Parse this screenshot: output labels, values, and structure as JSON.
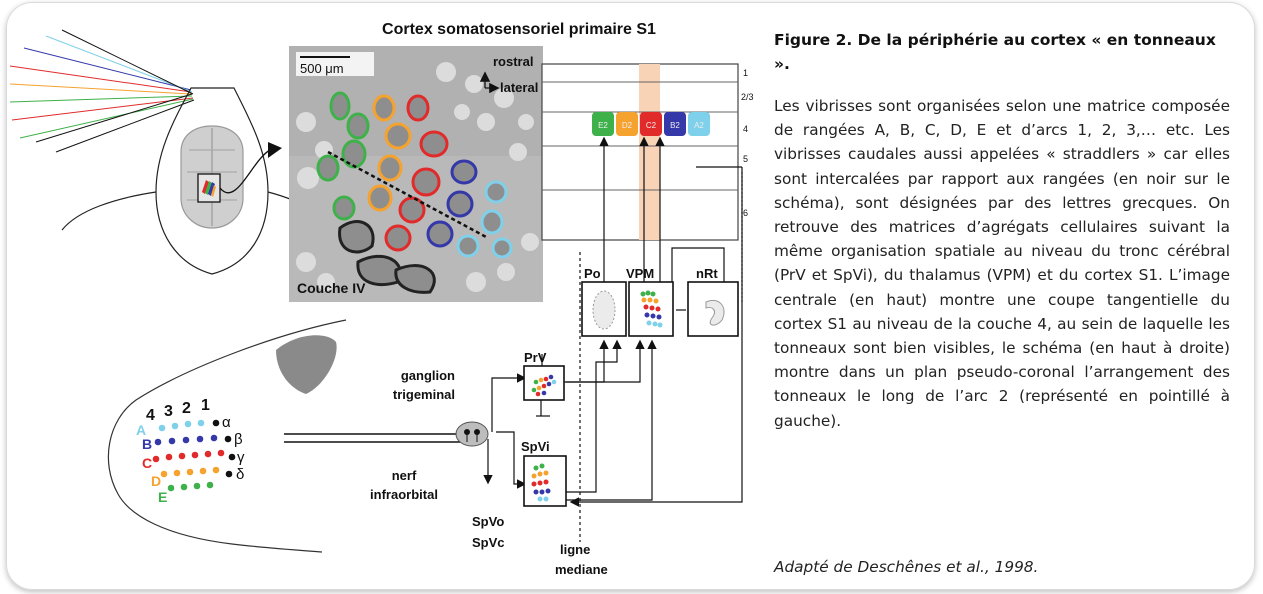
{
  "figure": {
    "title": "Cortex somatosensoriel primaire S1",
    "scale_bar": "500 μm",
    "axis_rostral": "rostral",
    "axis_lateral": "lateral",
    "layer_iv_label": "Couche IV",
    "layers": [
      "1",
      "2/3",
      "4",
      "5",
      "6"
    ],
    "barrels": [
      "E2",
      "D2",
      "C2",
      "B2",
      "A2"
    ],
    "nuclei": {
      "po": "Po",
      "vpm": "VPM",
      "nrt": "nRt",
      "prv": "PrV",
      "spvi": "SpVi",
      "spvo": "SpVo",
      "spvc": "SpVc"
    },
    "ganglion": [
      "ganglion",
      "trigeminal"
    ],
    "nerf": [
      "nerf",
      "infraorbital"
    ],
    "ligne": [
      "ligne",
      "mediane"
    ],
    "whisker_rows": [
      "A",
      "B",
      "C",
      "D",
      "E"
    ],
    "whisker_arcs": [
      "4",
      "3",
      "2",
      "1"
    ],
    "greek": [
      "α",
      "β",
      "γ",
      "δ"
    ],
    "colors": {
      "A": "#7fd0ea",
      "B": "#3438a8",
      "C": "#e12b2b",
      "D": "#f5a22e",
      "E": "#3fb14a",
      "straddler": "#111111",
      "s1_highlight": "#f8d3b6"
    }
  },
  "caption": {
    "title": "Figure 2. De la périphérie au cortex « en tonneaux ».",
    "body": "Les vibrisses sont organisées selon une matrice composée de rangées A, B, C, D, E et d’arcs 1, 2, 3,… etc. Les vibrisses caudales aussi appelées « straddlers » car elles sont intercalées par rapport aux rangées (en noir sur le schéma), sont désignées par des lettres grecques. On retrouve des matrices d’agrégats cellulaires suivant la même organisation spatiale au niveau du tronc cérébral (PrV et SpVi), du thalamus (VPM) et du cortex S1. L’image centrale (en haut) montre une coupe tangentielle du cortex S1 au niveau de la couche 4, au sein de laquelle les tonneaux sont bien visibles, le schéma (en haut à droite) montre dans un plan pseudo-coronal l’arrangement des tonneaux le long de l’arc 2 (représenté en pointillé à gauche).",
    "source": "Adapté de Deschênes et al., 1998."
  }
}
